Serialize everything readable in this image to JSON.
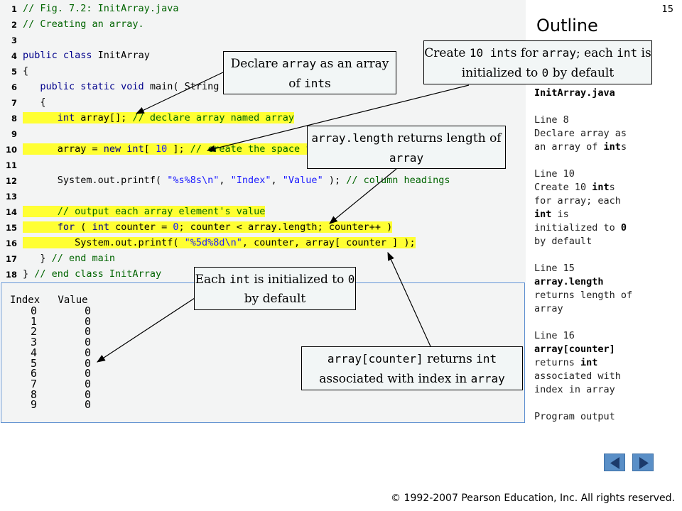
{
  "slide": {
    "number": "15",
    "outline_title": "Outline",
    "footer": "© 1992-2007 Pearson Education, Inc.  All rights reserved."
  },
  "code_lines": [
    {
      "n": "1",
      "segs": [
        {
          "t": "// Fig. 7.2: InitArray.java",
          "c": "c"
        }
      ]
    },
    {
      "n": "2",
      "segs": [
        {
          "t": "// Creating an array.",
          "c": "c"
        }
      ]
    },
    {
      "n": "3",
      "segs": []
    },
    {
      "n": "4",
      "segs": [
        {
          "t": "public class ",
          "c": "k"
        },
        {
          "t": "InitArray",
          "c": ""
        }
      ]
    },
    {
      "n": "5",
      "segs": [
        {
          "t": "{",
          "c": ""
        }
      ]
    },
    {
      "n": "6",
      "segs": [
        {
          "t": "   public static void ",
          "c": "k"
        },
        {
          "t": "main( String args[] )",
          "c": ""
        }
      ]
    },
    {
      "n": "7",
      "segs": [
        {
          "t": "   {",
          "c": ""
        }
      ]
    },
    {
      "n": "8",
      "hl": true,
      "segs": [
        {
          "t": "      ",
          "c": ""
        },
        {
          "t": "int ",
          "c": "k"
        },
        {
          "t": "array[]; ",
          "c": ""
        },
        {
          "t": "// declare array named array",
          "c": "c"
        }
      ]
    },
    {
      "n": "9",
      "segs": []
    },
    {
      "n": "10",
      "hl": true,
      "segs": [
        {
          "t": "      array = ",
          "c": ""
        },
        {
          "t": "new int",
          "c": "k"
        },
        {
          "t": "[ ",
          "c": ""
        },
        {
          "t": "10",
          "c": "n"
        },
        {
          "t": " ]; ",
          "c": ""
        },
        {
          "t": "// create the space for array",
          "c": "c"
        }
      ]
    },
    {
      "n": "11",
      "segs": []
    },
    {
      "n": "12",
      "segs": [
        {
          "t": "      System.out.printf( ",
          "c": ""
        },
        {
          "t": "\"%s%8s\\n\"",
          "c": "s"
        },
        {
          "t": ", ",
          "c": ""
        },
        {
          "t": "\"Index\"",
          "c": "s"
        },
        {
          "t": ", ",
          "c": ""
        },
        {
          "t": "\"Value\"",
          "c": "s"
        },
        {
          "t": " ); ",
          "c": ""
        },
        {
          "t": "// column headings",
          "c": "c"
        }
      ]
    },
    {
      "n": "13",
      "segs": []
    },
    {
      "n": "14",
      "hl": true,
      "segs": [
        {
          "t": "      ",
          "c": ""
        },
        {
          "t": "// output each array element's value",
          "c": "c"
        }
      ]
    },
    {
      "n": "15",
      "hl": true,
      "segs": [
        {
          "t": "      ",
          "c": ""
        },
        {
          "t": "for ",
          "c": "k"
        },
        {
          "t": "( ",
          "c": ""
        },
        {
          "t": "int ",
          "c": "k"
        },
        {
          "t": "counter = ",
          "c": ""
        },
        {
          "t": "0",
          "c": "n"
        },
        {
          "t": "; counter < array.length; counter++ )",
          "c": ""
        }
      ]
    },
    {
      "n": "16",
      "hl": true,
      "segs": [
        {
          "t": "         System.out.printf( ",
          "c": ""
        },
        {
          "t": "\"%5d%8d\\n\"",
          "c": "s"
        },
        {
          "t": ", counter, array[ counter ] );",
          "c": ""
        }
      ]
    },
    {
      "n": "17",
      "segs": [
        {
          "t": "   } ",
          "c": ""
        },
        {
          "t": "// end main",
          "c": "c"
        }
      ]
    },
    {
      "n": "18",
      "segs": [
        {
          "t": "} ",
          "c": ""
        },
        {
          "t": "// end class InitArray",
          "c": "c"
        }
      ]
    }
  ],
  "output": {
    "header": "Index   Value",
    "rows": [
      [
        "0",
        "0"
      ],
      [
        "1",
        "0"
      ],
      [
        "2",
        "0"
      ],
      [
        "3",
        "0"
      ],
      [
        "4",
        "0"
      ],
      [
        "5",
        "0"
      ],
      [
        "6",
        "0"
      ],
      [
        "7",
        "0"
      ],
      [
        "8",
        "0"
      ],
      [
        "9",
        "0"
      ]
    ]
  },
  "callouts": {
    "declare": {
      "pre": "Declare ",
      "m1": "array",
      "mid": " as an array of ",
      "m2": "int",
      "post": "s"
    },
    "create": {
      "pre": "Create ",
      "m1": "10 int",
      "mid1": "s for ",
      "m2": "array",
      "mid2": "; each ",
      "m3": "int",
      "mid3": " is initialized to ",
      "m4": "0",
      "post": " by default"
    },
    "length": {
      "m1": "array.length",
      "mid": " returns length of ",
      "m2": "array"
    },
    "init": {
      "pre": "Each ",
      "m1": "int",
      "mid": " is initialized to ",
      "m2": "0",
      "post": " by default"
    },
    "counter": {
      "m1": "array[counter]",
      "mid": " returns ",
      "m2": "int",
      "mid2": " associated with index in ",
      "m3": "array"
    }
  },
  "side_notes": {
    "file": "InitArray.java",
    "l8_label": "Line 8",
    "l8_text_a": "Declare array as",
    "l8_text_b_pre": "an array of ",
    "l8_text_b_bold": "int",
    "l8_text_b_post": "s",
    "l10_label": "Line 10",
    "l10_a_pre": "Create 10 ",
    "l10_a_bold": "int",
    "l10_a_post": "s",
    "l10_b": "for array; each",
    "l10_c_bold": "int",
    "l10_c_post": " is",
    "l10_d_pre": "initialized to ",
    "l10_d_bold": "0",
    "l10_e": "by default",
    "l15_label": "Line 15",
    "l15_a": "array.length",
    "l15_b": "returns length of",
    "l15_c": "array",
    "l16_label": "Line 16",
    "l16_a": "array[counter]",
    "l16_b_pre": "returns ",
    "l16_b_bold": "int",
    "l16_c": "associated with",
    "l16_d": "index in array",
    "program_output": "Program output"
  }
}
